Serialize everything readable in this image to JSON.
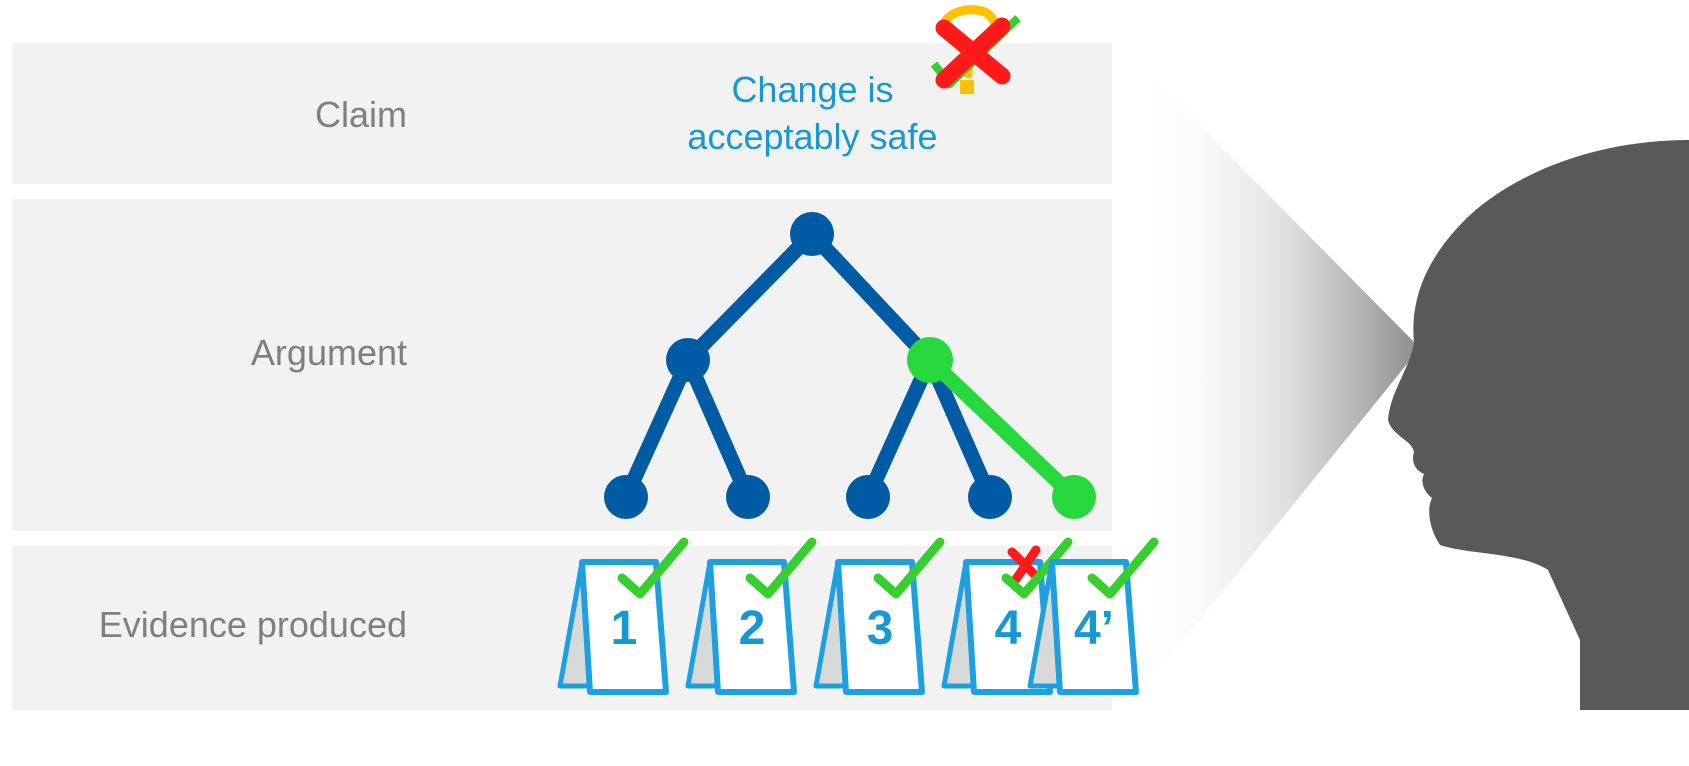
{
  "rows": {
    "claim": "Claim",
    "argument": "Argument",
    "evidence": "Evidence produced"
  },
  "claim_text_line1": "Change is",
  "claim_text_line2": "acceptably safe",
  "evidence_items": [
    {
      "label": "1",
      "status": "check"
    },
    {
      "label": "2",
      "status": "check"
    },
    {
      "label": "3",
      "status": "check"
    },
    {
      "label": "4",
      "status": "check-over-cross"
    },
    {
      "label": "4’",
      "status": "check"
    }
  ],
  "colors": {
    "band": "#f2f2f2",
    "label_gray": "#7f7f7f",
    "claim_blue": "#1798d3",
    "tree_blue": "#005ba5",
    "tree_green": "#26d83c",
    "card_blue": "#1da0e0",
    "check_green": "#37cf2f",
    "cross_red": "#ff1a1a",
    "question_yellow": "#ffc000",
    "head_gray": "#595959"
  },
  "icons": {
    "claim_status": "question-check-cross-overlay-icon",
    "observer": "human-head-silhouette-icon",
    "gaze": "sight-cone"
  }
}
